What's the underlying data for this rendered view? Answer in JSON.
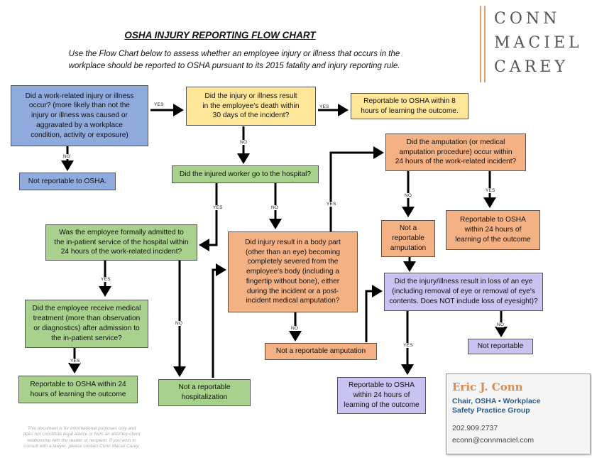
{
  "header": {
    "title": "OSHA INJURY REPORTING FLOW CHART",
    "subtitle": "Use the Flow Chart below to assess whether an employee injury or illness that occurs in the\nworkplace should be reported to OSHA pursuant to its 2015 fatality and injury reporting rule."
  },
  "logo": {
    "line1": "CONN",
    "line2": "MACIEL",
    "line3": "CAREY"
  },
  "boxes": {
    "work_related": "Did a work-related injury or illness\noccur? (more likely than not the\ninjury or illness was caused or\naggravated by a workplace\ncondition, activity or exposure)",
    "not_reportable_osha": "Not reportable to OSHA.",
    "death": "Did the injury or illness result\nin the employee's death within\n30 days of the incident?",
    "reportable_8h": "Reportable to OSHA within 8\nhours of learning the outcome.",
    "hospital": "Did the injured worker go to the hospital?",
    "admitted": "Was the employee formally admitted to\nthe in-patient service of the hospital within\n24 hours of the work-related incident?",
    "medical_treatment": "Did the employee receive medical\ntreatment (more than observation\nor diagnostics) after admission to\nthe in-patient service?",
    "reportable_24h_green": "Reportable to OSHA within 24\nhours of learning the outcome",
    "not_reportable_hosp": "Not a reportable\nhospitalization",
    "body_part": "Did injury result in a body part\n(other than an eye) becoming\ncompletely severed from the\nemployee's body (including a\nfingertip without bone), either\nduring the incident or a post-\nincident medical amputation?",
    "not_reportable_amp_wide": "Not a reportable amputation",
    "amputation_24h": "Did the amputation (or medical\namputation procedure) occur within\n24 hours of the work-related incident?",
    "not_reportable_amp": "Not a\nreportable\namputation",
    "reportable_24h_orange": "Reportable to OSHA\nwithin 24 hours of\nlearning of the outcome",
    "eye": "Did the injury/illness result in loss of an eye\n(including removal of eye or removal of eye's\ncontents.  Does NOT include loss of eyesight)?",
    "not_reportable_eye": "Not reportable",
    "reportable_24h_lav": "Reportable to OSHA\nwithin 24 hours of\nlearning of the outcome"
  },
  "labels": {
    "yes": "YES",
    "no": "NO"
  },
  "disclaimer": "This document is for informational purposes only and\ndoes not constitute legal advice or form an attorney-client\nrelationship with the reader or recipient. If you wish to\nconsult with a lawyer, please contact Conn Maciel Carey.",
  "contact": {
    "name": "Eric J. Conn",
    "title": "Chair, OSHA • Workplace\nSafety Practice Group",
    "phone": "202.909.2737",
    "email": "econn@connmaciel.com"
  },
  "colors": {
    "blue": "#8faadc",
    "yellow": "#ffe699",
    "green": "#a9d18e",
    "orange": "#f4b183",
    "lavender": "#c9c3f2",
    "logo_accent": "#d9a06a"
  }
}
